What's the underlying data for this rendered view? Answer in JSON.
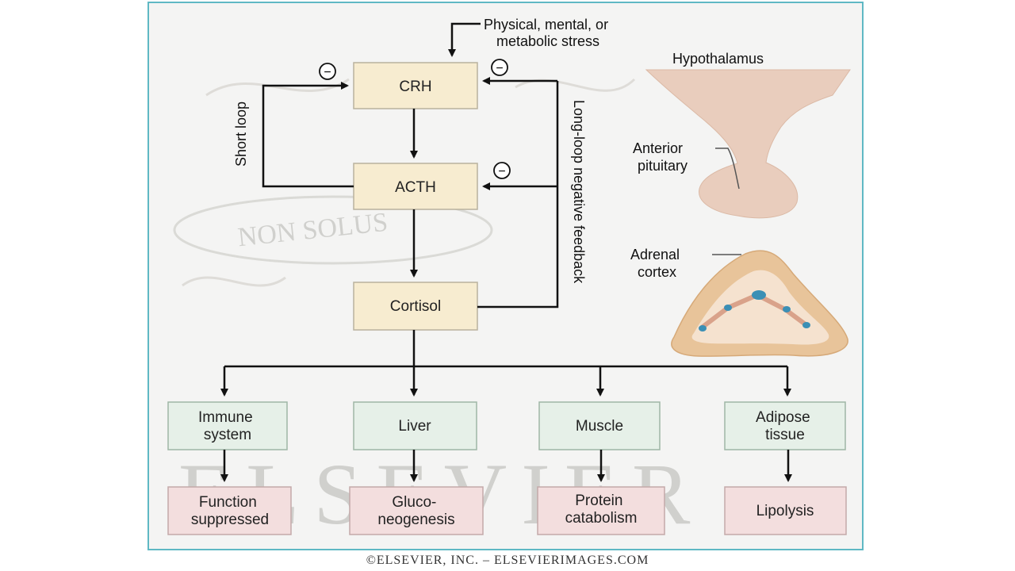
{
  "stress_label": [
    "Physical, mental, or",
    "metabolic stress"
  ],
  "hormones": {
    "crh": "CRH",
    "acth": "ACTH",
    "cortisol": "Cortisol"
  },
  "feedback": {
    "short_loop": "Short loop",
    "long_loop": "Long-loop negative feedback",
    "minus_symbol": "−"
  },
  "targets": [
    {
      "lines": [
        "Immune",
        "system"
      ],
      "effect": [
        "Function",
        "suppressed"
      ]
    },
    {
      "lines": [
        "Liver"
      ],
      "effect": [
        "Gluco-",
        "neogenesis"
      ]
    },
    {
      "lines": [
        "Muscle"
      ],
      "effect": [
        "Protein",
        "catabolism"
      ]
    },
    {
      "lines": [
        "Adipose",
        "tissue"
      ],
      "effect": [
        "Lipolysis"
      ]
    }
  ],
  "anatomy": {
    "hypothalamus": "Hypothalamus",
    "anterior_pituitary": [
      "Anterior",
      "pituitary"
    ],
    "adrenal_cortex": [
      "Adrenal",
      "cortex"
    ]
  },
  "watermark": {
    "brand": "ELSEVIER",
    "motto": "NON SOLUS"
  },
  "copyright": "©ELSEVIER, INC. – ELSEVIERIMAGES.COM",
  "colors": {
    "frame_border": "#5fb8c4",
    "hormone_box": "#f7ecd0",
    "target_box": "#e6f0e8",
    "effect_box": "#f3dede",
    "hypothalamus_fill": "#e9cdbd",
    "adrenal_outer": "#e8c49a",
    "adrenal_inner": "#f5e2cf",
    "adrenal_dots": "#3b8fb5"
  }
}
